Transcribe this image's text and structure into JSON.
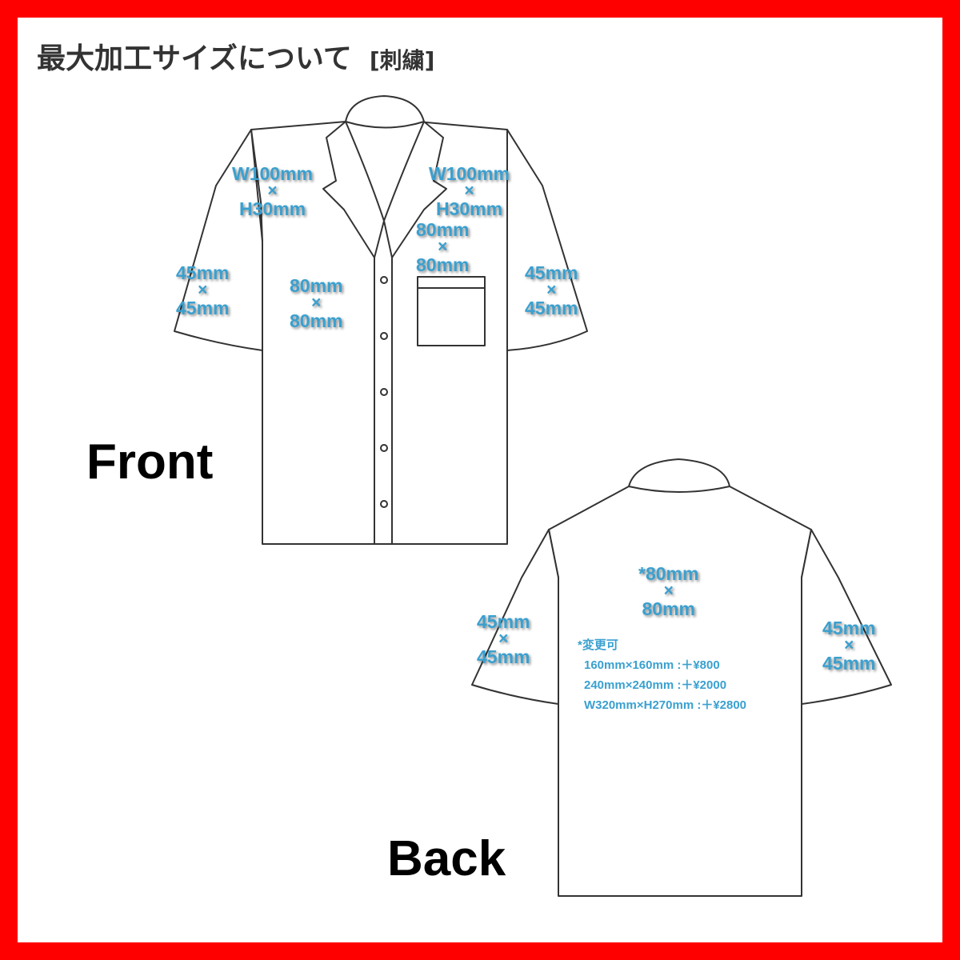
{
  "title": {
    "main": "最大加工サイズについて",
    "sub": "[刺繍]"
  },
  "colors": {
    "border": "#ff0000",
    "accent": "#3aa0cf",
    "outline": "#333333"
  },
  "views": {
    "front": "Front",
    "back": "Back"
  },
  "front_sizes": {
    "collar_left": {
      "w": "W100mm",
      "x": "×",
      "h": "H30mm"
    },
    "collar_right": {
      "w": "W100mm",
      "x": "×",
      "h": "H30mm"
    },
    "chest_left": {
      "w": "80mm",
      "x": "×",
      "h": "80mm"
    },
    "chest_right": {
      "w": "80mm",
      "x": "×",
      "h": "80mm"
    },
    "sleeve_left": {
      "w": "45mm",
      "x": "×",
      "h": "45mm"
    },
    "sleeve_right": {
      "w": "45mm",
      "x": "×",
      "h": "45mm"
    }
  },
  "back_sizes": {
    "center": {
      "w": "*80mm",
      "x": "×",
      "h": "80mm"
    },
    "sleeve_left": {
      "w": "45mm",
      "x": "×",
      "h": "45mm"
    },
    "sleeve_right": {
      "w": "45mm",
      "x": "×",
      "h": "45mm"
    }
  },
  "back_notes": {
    "heading": "*変更可",
    "options": [
      "160mm×160mm :＋¥800",
      "240mm×240mm :＋¥2000",
      "W320mm×H270mm :＋¥2800"
    ]
  }
}
